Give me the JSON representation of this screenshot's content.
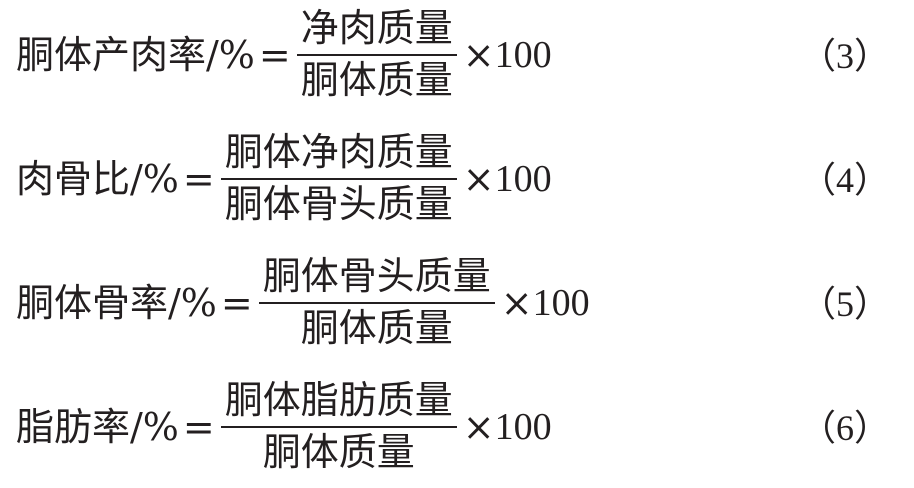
{
  "equations": [
    {
      "lhs": "胴体产肉率/%",
      "eq": "=",
      "numerator": "净肉质量",
      "denominator": "胴体质量",
      "times": "×",
      "multiplier": "100",
      "tag": "（3）"
    },
    {
      "lhs": "肉骨比/%",
      "eq": "=",
      "numerator": "胴体净肉质量",
      "denominator": "胴体骨头质量",
      "times": "×",
      "multiplier": "100",
      "tag": "（4）"
    },
    {
      "lhs": "胴体骨率/%",
      "eq": "=",
      "numerator": "胴体骨头质量",
      "denominator": "胴体质量",
      "times": "×",
      "multiplier": "100",
      "tag": "（5）"
    },
    {
      "lhs": "脂肪率/%",
      "eq": "=",
      "numerator": "胴体脂肪质量",
      "denominator": "胴体质量",
      "times": "×",
      "multiplier": "100",
      "tag": "（6）"
    }
  ]
}
